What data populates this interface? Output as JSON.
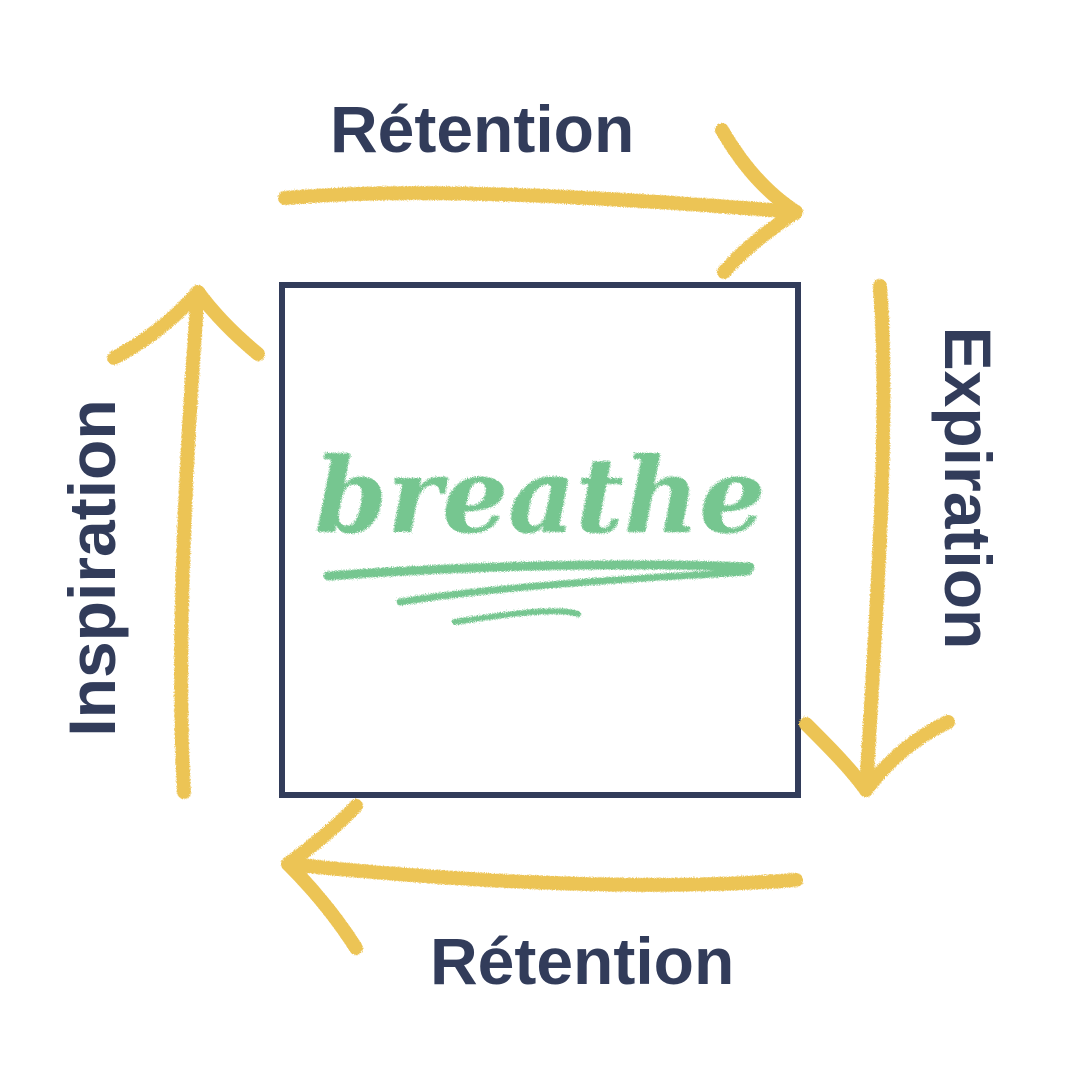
{
  "labels": {
    "top": "Rétention",
    "right": "Expiration",
    "bottom": "Rétention",
    "left": "Inspiration"
  },
  "center_word": "breathe",
  "colors": {
    "text": "#323c5a",
    "square": "#323c5a",
    "arrows": "#ecc455",
    "center_word": "#76c690"
  },
  "icons": {
    "top": "arrow-right-icon",
    "right": "arrow-down-icon",
    "bottom": "arrow-left-icon",
    "left": "arrow-up-icon"
  }
}
